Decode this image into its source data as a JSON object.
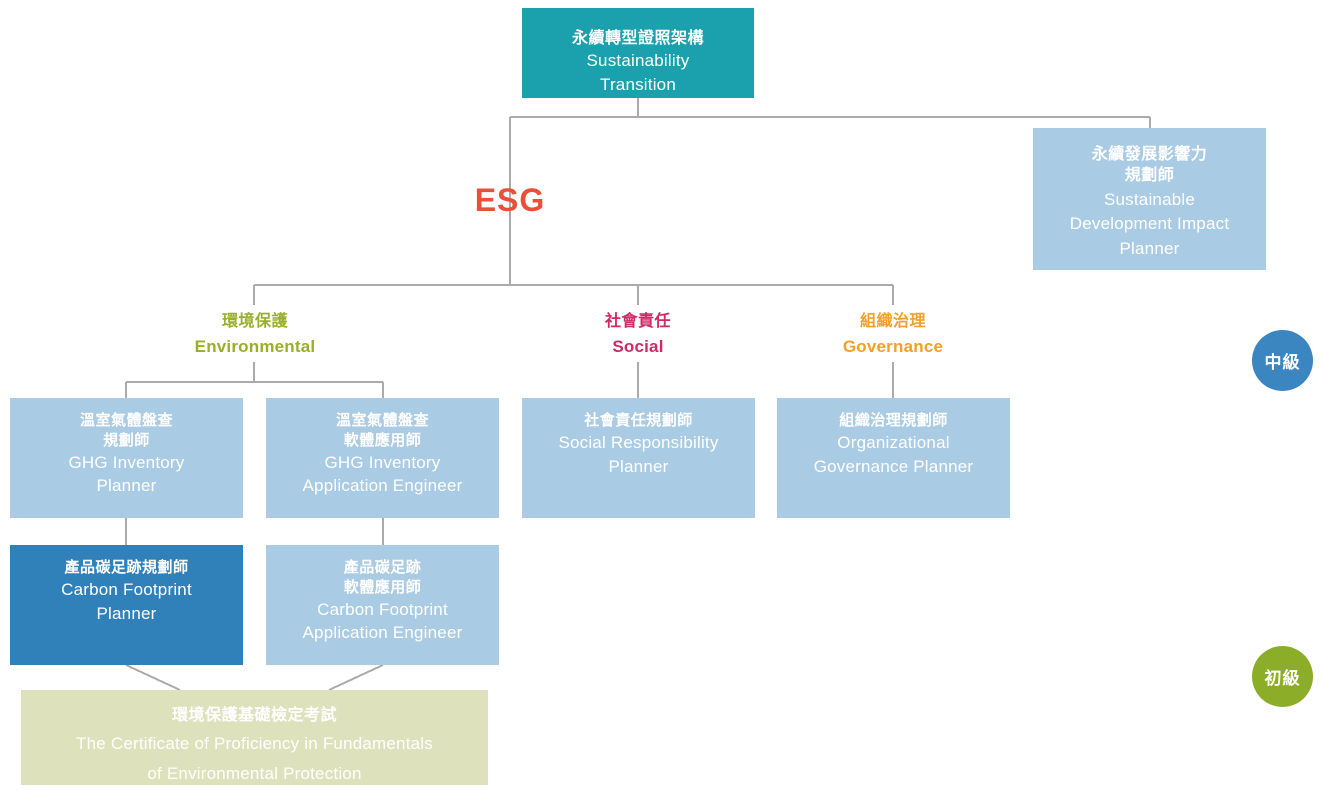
{
  "diagram": {
    "title_zh": "永續轉型證照架構",
    "title_en_line1": "Sustainability",
    "title_en_line2": "Transition",
    "esg_label": "ESG",
    "colors": {
      "teal": "#1BA0AD",
      "light_blue": "#A9CBE3",
      "dark_blue": "#3080BA",
      "green_box": "#DDE2BC",
      "esg_red": "#E8503A",
      "environmental": "#9AAF29",
      "social": "#CE2A63",
      "governance": "#F2A02A",
      "badge_intermediate": "#3B86C0",
      "badge_beginner": "#8CAD28",
      "connector": "#ABABAB"
    }
  },
  "sdip": {
    "zh_line1": "永續發展影響力",
    "zh_line2": "規劃師",
    "en_line1": "Sustainable",
    "en_line2": "Development Impact",
    "en_line3": "Planner"
  },
  "pillars": [
    {
      "key": "environmental",
      "zh": "環境保護",
      "en": "Environmental",
      "color": "#9AAF29"
    },
    {
      "key": "social",
      "zh": "社會責任",
      "en": "Social",
      "color": "#CE2A63"
    },
    {
      "key": "governance",
      "zh": "組織治理",
      "en": "Governance",
      "color": "#F2A02A"
    }
  ],
  "cards": {
    "ghg_planner": {
      "zh_line1": "溫室氣體盤查",
      "zh_line2": "規劃師",
      "en_line1": "GHG Inventory",
      "en_line2": "Planner"
    },
    "ghg_engineer": {
      "zh_line1": "溫室氣體盤查",
      "zh_line2": "軟體應用師",
      "en_line1": "GHG Inventory",
      "en_line2": "Application Engineer"
    },
    "social_planner": {
      "zh_line1": "社會責任規劃師",
      "zh_line2": "",
      "en_line1": "Social Responsibility",
      "en_line2": "Planner"
    },
    "governance_planner": {
      "zh_line1": "組織治理規劃師",
      "zh_line2": "",
      "en_line1": "Organizational",
      "en_line2": "Governance Planner"
    },
    "carbon_footprint_planner": {
      "zh_line1": "產品碳足跡規劃師",
      "zh_line2": "",
      "en_line1": "Carbon Footprint",
      "en_line2": "Planner"
    },
    "carbon_footprint_engineer": {
      "zh_line1": "產品碳足跡",
      "zh_line2": "軟體應用師",
      "en_line1": "Carbon Footprint",
      "en_line2": "Application Engineer"
    },
    "foundation_exam": {
      "zh_line1": "環境保護基礎檢定考試",
      "en_line1": "The Certificate of Proficiency in Fundamentals",
      "en_line2": "of Environmental Protection"
    }
  },
  "badges": {
    "intermediate": "中級",
    "beginner": "初級"
  }
}
